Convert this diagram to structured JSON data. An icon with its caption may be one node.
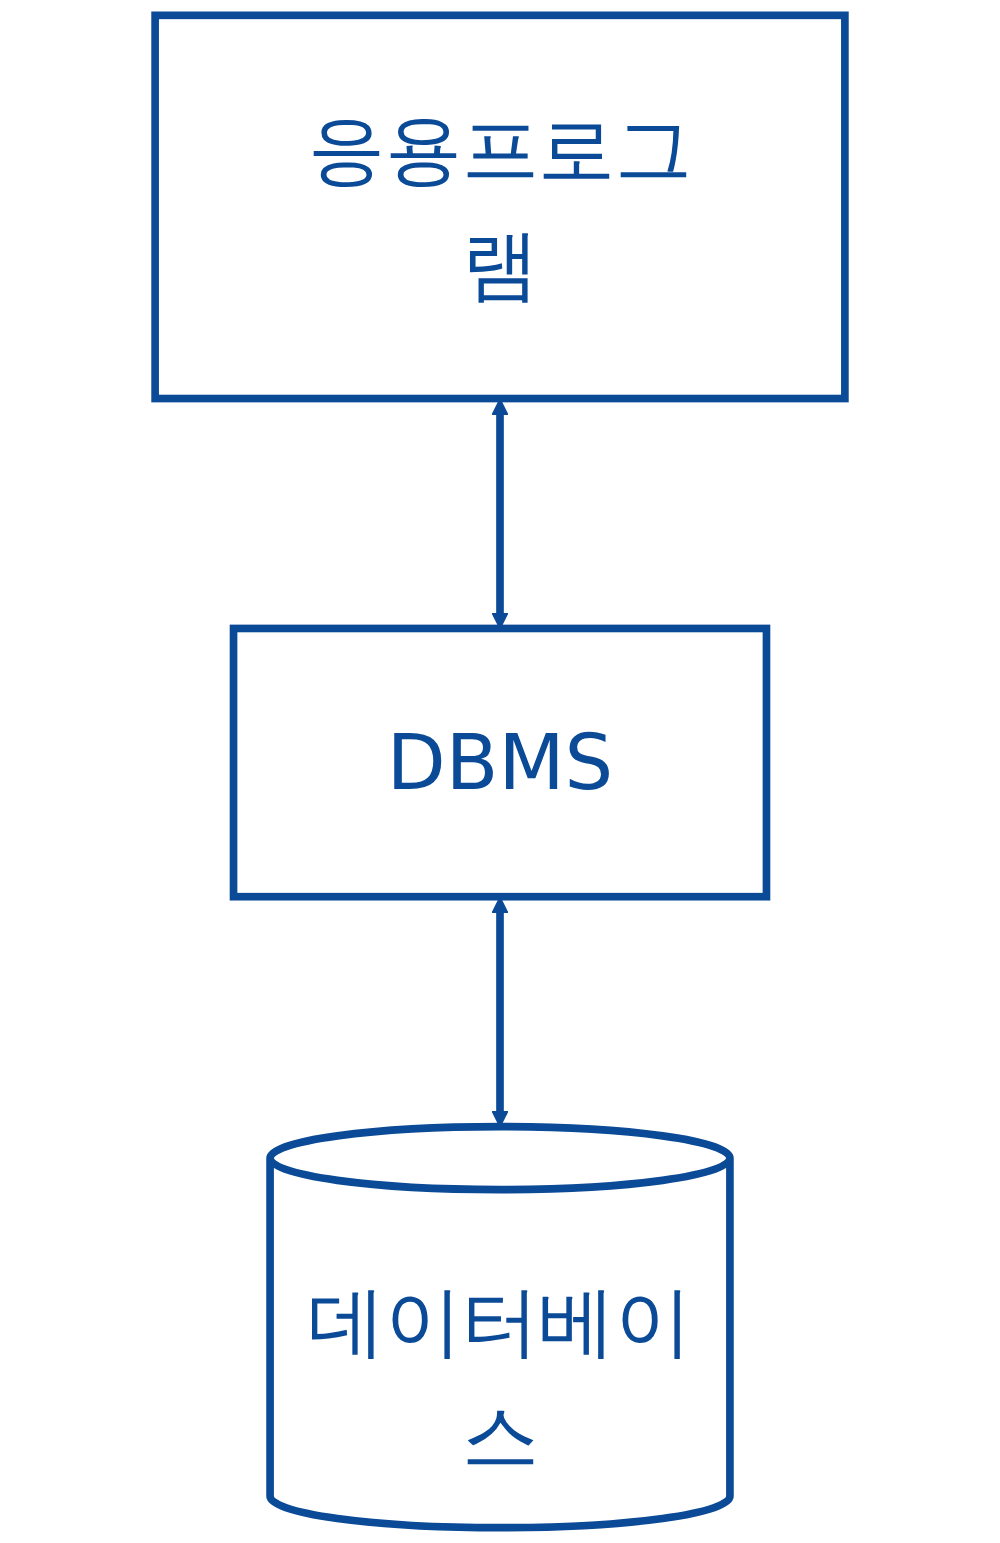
{
  "diagram": {
    "nodes": [
      {
        "text": [
          "응용프로그램"
        ]
      },
      {
        "text": [
          "DBMS"
        ]
      },
      {
        "text": [
          "데이터베이스"
        ]
      }
    ],
    "edges": [
      {
        "from": 0,
        "to": 1,
        "arrow": "both"
      },
      {
        "from": 1,
        "to": 2,
        "arrow": "both"
      }
    ]
  }
}
